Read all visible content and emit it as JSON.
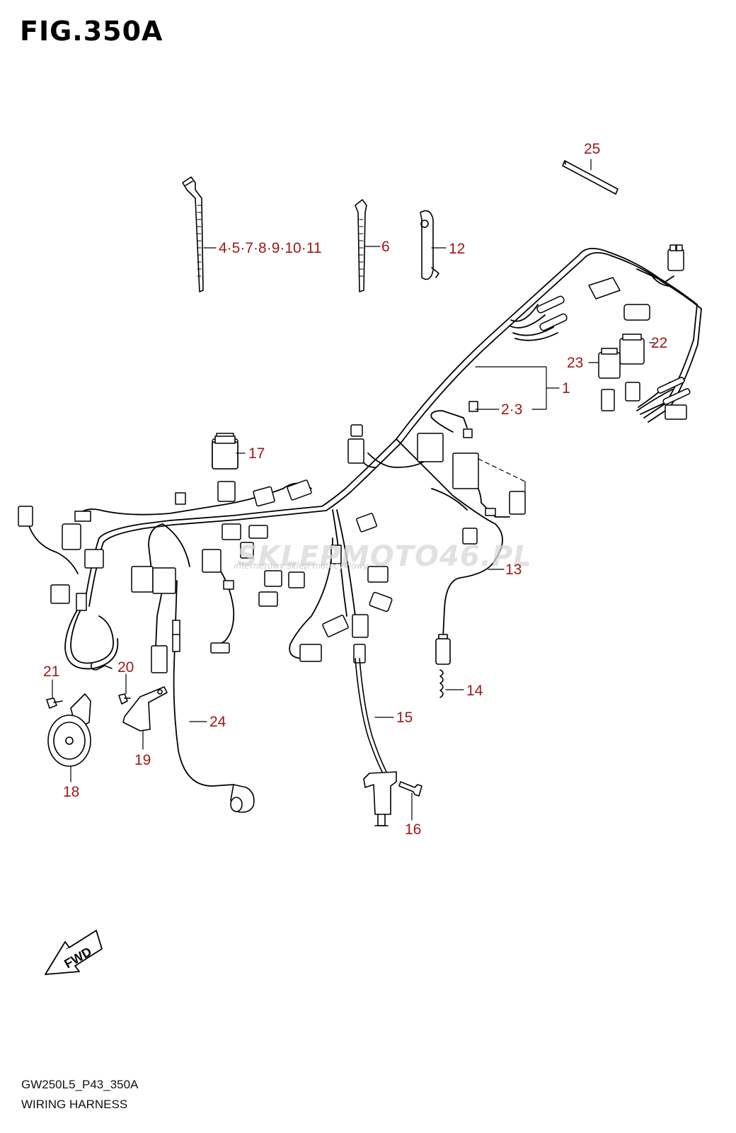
{
  "figure": {
    "title": "FIG.350A"
  },
  "footer": {
    "code": "GW250L5_P43_350A",
    "name": "WIRING HARNESS"
  },
  "watermark": {
    "text": "SKLEPMOTO46.PL",
    "subtext": "internetowy sklep motocyklowy"
  },
  "fwd_label": "FWD",
  "callouts": [
    {
      "id": "c1",
      "text": "1"
    },
    {
      "id": "c23",
      "text": "2·3"
    },
    {
      "id": "c4",
      "text": "4·5·7·8·9·10·11"
    },
    {
      "id": "c6",
      "text": "6"
    },
    {
      "id": "c12",
      "text": "12"
    },
    {
      "id": "c13",
      "text": "13"
    },
    {
      "id": "c14",
      "text": "14"
    },
    {
      "id": "c15",
      "text": "15"
    },
    {
      "id": "c16",
      "text": "16"
    },
    {
      "id": "c17",
      "text": "17"
    },
    {
      "id": "c18",
      "text": "18"
    },
    {
      "id": "c19",
      "text": "19"
    },
    {
      "id": "c20",
      "text": "20"
    },
    {
      "id": "c21",
      "text": "21"
    },
    {
      "id": "c22",
      "text": "22"
    },
    {
      "id": "c23b",
      "text": "23"
    },
    {
      "id": "c24",
      "text": "24"
    },
    {
      "id": "c25",
      "text": "25"
    }
  ],
  "colors": {
    "label": "#a01818",
    "line": "#000000"
  }
}
